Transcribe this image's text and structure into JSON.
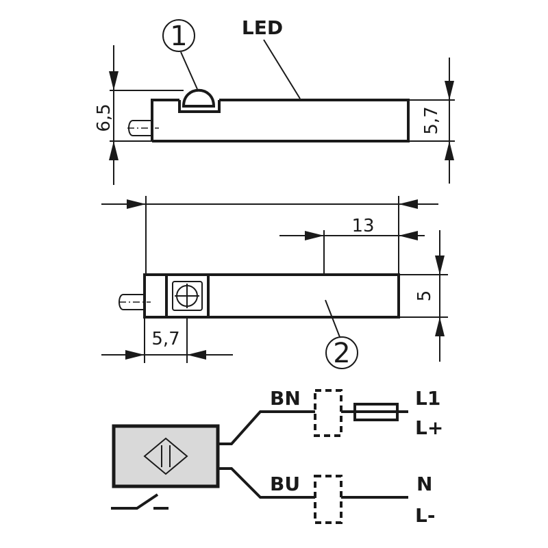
{
  "callouts": {
    "one": "1",
    "two": "2"
  },
  "labels": {
    "led": "LED"
  },
  "dimensions": {
    "side_height_left": "6,5",
    "side_height_right": "5,7",
    "top_offset": "13",
    "top_height": "5",
    "top_width_bottom": "5,7"
  },
  "wiring": {
    "wire_top": "BN",
    "wire_bottom": "BU",
    "term_top_1": "L1",
    "term_top_2": "L+",
    "term_bottom_1": "N",
    "term_bottom_2": "L-"
  },
  "colors": {
    "line": "#1a1a1a",
    "sensor_fill": "#d9d9d9"
  }
}
